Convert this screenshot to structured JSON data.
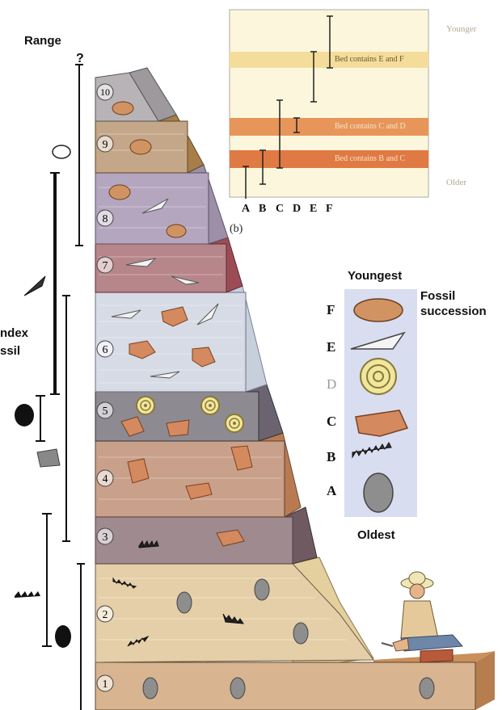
{
  "range_label": "Range",
  "range_question": "?",
  "index_fossil_label_line1": "ndex",
  "index_fossil_label_line2": "ssil",
  "beds": [
    "1",
    "2",
    "3",
    "4",
    "5",
    "6",
    "7",
    "8",
    "9",
    "10"
  ],
  "panel_b": {
    "label": "(b)",
    "younger": "Younger",
    "older": "Older",
    "bed_ef": "Bed contains E and F",
    "bed_cd": "Bed contains C and D",
    "bed_bc": "Bed contains B and C",
    "letters": [
      "A",
      "B",
      "C",
      "D",
      "E",
      "F"
    ]
  },
  "key": {
    "youngest": "Youngest",
    "oldest": "Oldest",
    "succession_line1": "Fossil",
    "succession_line2": "succession",
    "letters": [
      "F",
      "E",
      "D",
      "C",
      "B",
      "A"
    ]
  },
  "colors": {
    "bed10": "#b8b3b6",
    "bed9": "#c4a688",
    "bed8": "#b4a6be",
    "bed7": "#b7868a",
    "bed6": "#d6dbe6",
    "bed5": "#8e8a92",
    "bed4": "#c9a08a",
    "bed3": "#9e8a8f",
    "bed2": "#e5cfa8",
    "bed1": "#d8b490",
    "panel_bg": "#fcf7dc",
    "band_ef": "#f4dd9b",
    "band_cd": "#e8955a",
    "band_bc": "#e07a44"
  }
}
